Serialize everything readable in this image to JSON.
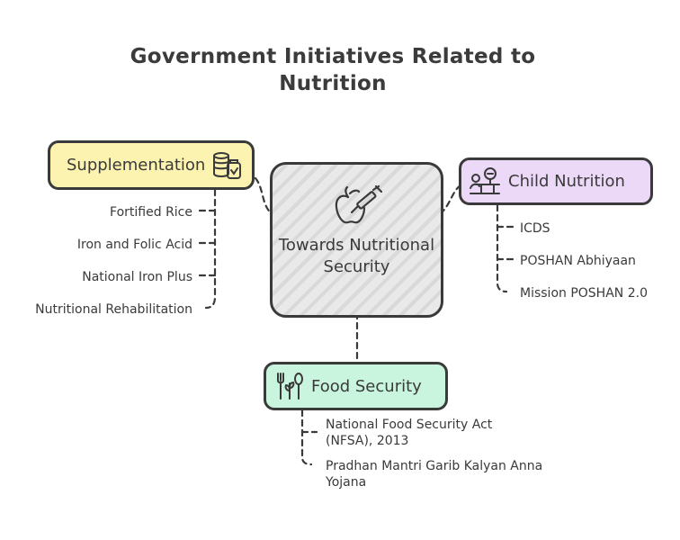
{
  "title": "Government Initiatives Related to Nutrition",
  "center": {
    "label": "Towards Nutritional Security",
    "icon": "apple-syringe-icon"
  },
  "branches": {
    "supplementation": {
      "label": "Supplementation",
      "icon": "coins-jar-icon",
      "color": "#fdf3b0",
      "items": [
        "Fortified Rice",
        "Iron and Folic Acid",
        "National Iron Plus",
        "Nutritional Rehabilitation"
      ]
    },
    "child_nutrition": {
      "label": "Child Nutrition",
      "icon": "baby-scale-icon",
      "color": "#ecd9f8",
      "items": [
        "ICDS",
        "POSHAN Abhiyaan",
        "Mission POSHAN 2.0"
      ]
    },
    "food_security": {
      "label": "Food Security",
      "icon": "fork-plant-spoon-icon",
      "color": "#c9f5df",
      "items": [
        "National Food Security Act (NFSA), 2013",
        "Pradhan Mantri Garib Kalyan Anna Yojana"
      ]
    }
  }
}
